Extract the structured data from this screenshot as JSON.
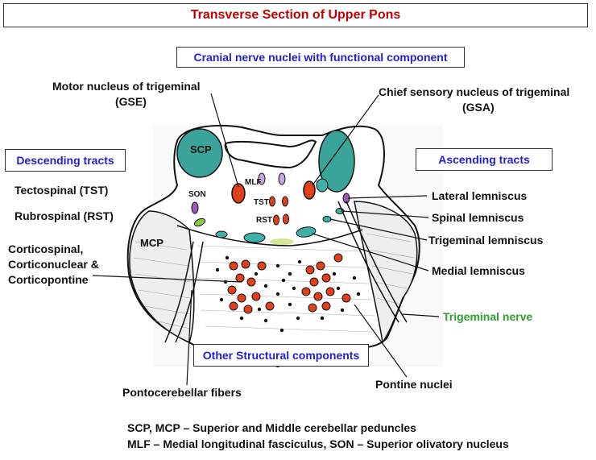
{
  "title": "Transverse Section of Upper Pons",
  "boxes": {
    "cranial": "Cranial nerve nuclei with functional component",
    "descending": "Descending tracts",
    "ascending": "Ascending tracts",
    "other": "Other Structural components"
  },
  "labels": {
    "motor_line1": "Motor nucleus of trigeminal",
    "motor_line2": "(GSE)",
    "chief_line1": "Chief sensory  nucleus of trigeminal",
    "chief_line2": "(GSA)",
    "tectospinal": "Tectospinal (TST)",
    "rubrospinal": "Rubrospinal (RST)",
    "cortico_line1": "Corticospinal,",
    "cortico_line2": "Corticonuclear &",
    "cortico_line3": "Corticopontine",
    "lateral_lemniscus": "Lateral lemniscus",
    "spinal_lemniscus": "Spinal lemniscus",
    "trigeminal_lemniscus": "Trigeminal lemniscus",
    "medial_lemniscus": "Medial lemniscus",
    "trigeminal_nerve": "Trigeminal  nerve",
    "pontine_nuclei": "Pontine nuclei",
    "pontocerebellar": "Pontocerebellar fibers"
  },
  "inner_labels": {
    "scp": "SCP",
    "mcp": "MCP",
    "mlf": "MLF",
    "son": "SON",
    "tst": "TST",
    "rst": "RST"
  },
  "footer": {
    "line1": "SCP, MCP –  Superior and Middle  cerebellar peduncles",
    "line2": "MLF – Medial longitudinal fasciculus, SON – Superior olivatory nucleus"
  },
  "colors": {
    "title": "#c00000",
    "box_text": "#1f1fd0",
    "trigeminal_nerve": "#2e9e2e",
    "peduncle_fill": "#3aa39a",
    "nucleus_red": "#e0401a",
    "tract_teal": "#3fb0a8",
    "son_purple": "#9a58b8"
  }
}
